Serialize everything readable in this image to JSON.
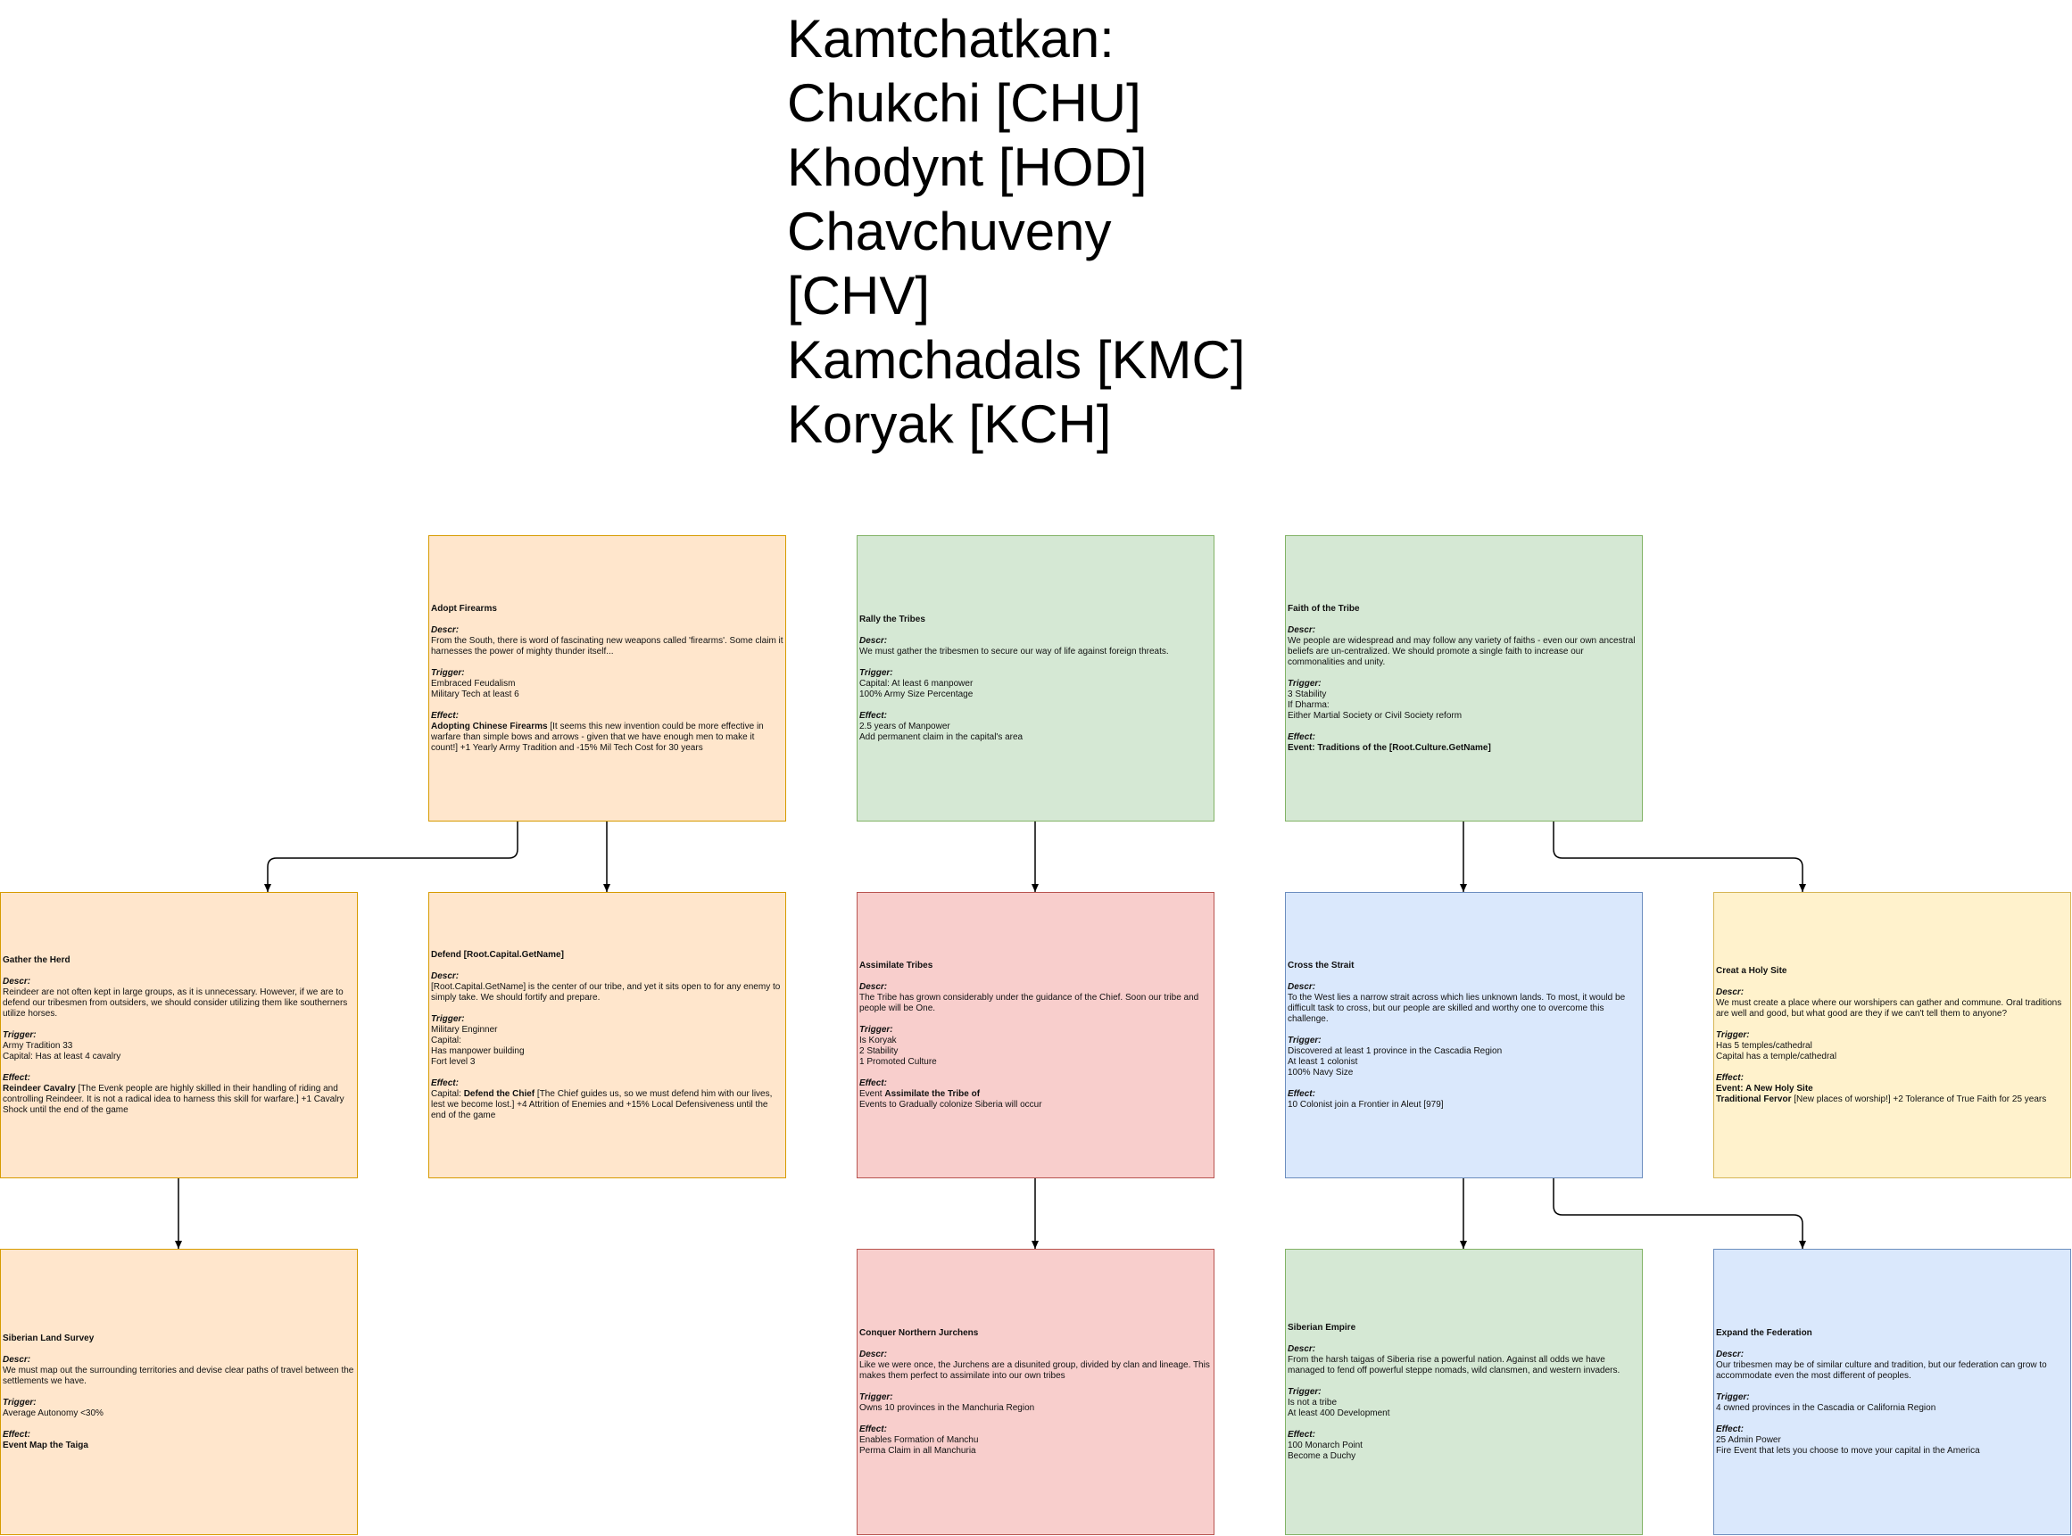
{
  "title_lines": [
    "Kamtchatkan:",
    "Chukchi [CHU]",
    "Khodynt [HOD]",
    "Chavchuveny",
    "[CHV]",
    "Kamchadals [KMC]",
    "Koryak [KCH]"
  ],
  "labels": {
    "descr": "Descr:",
    "trigger": "Trigger:",
    "effect": "Effect:"
  },
  "missions": [
    {
      "id": "adopt-firearms",
      "title": "Adopt Firearms",
      "descr": [
        "From the South, there is word of fascinating new weapons called 'firearms'. Some claim it harnesses the power of mighty thunder itself..."
      ],
      "trigger": [
        "Embraced Feudalism",
        "Military Tech at least 6"
      ],
      "effect": [
        [
          "Adopting Chinese Firearms",
          " [It seems this new invention could be more effective in warfare than simple bows and arrows - given that we have enough men to make it count!] +1 Yearly Army Tradition and -15% Mil Tech Cost for 30 years"
        ]
      ]
    },
    {
      "id": "rally-the-tribes",
      "title": "Rally the Tribes",
      "descr": [
        "We must gather the tribesmen to secure our way of life against foreign threats."
      ],
      "trigger": [
        "Capital: At least 6 manpower",
        "100% Army Size Percentage"
      ],
      "effect": [
        "2.5 years of Manpower",
        "Add permanent claim in the capital's area"
      ]
    },
    {
      "id": "faith-of-the-tribe",
      "title": "Faith of the Tribe",
      "descr": [
        "We people are widespread and may follow any variety of faiths - even our own ancestral beliefs are un-centralized. We should promote a single faith to increase our commonalities and unity."
      ],
      "trigger": [
        "3 Stability",
        "If Dharma:",
        "Either Martial Society or Civil Society reform"
      ],
      "effect": [
        [
          "Event: Traditions of the [Root.Culture.GetName]",
          ""
        ]
      ]
    },
    {
      "id": "gather-the-herd",
      "title": "Gather the Herd",
      "descr": [
        "Reindeer are not often kept in large groups, as it is unnecessary. However, if we are to defend our tribesmen from outsiders, we should consider utilizing them like southerners utilize horses."
      ],
      "trigger": [
        "Army Tradition 33",
        "Capital: Has at least 4 cavalry"
      ],
      "effect": [
        [
          "Reindeer Cavalry",
          " [The Evenk people are highly skilled in their handling of riding and controlling Reindeer. It is not a radical idea to harness this skill for warfare.] +1 Cavalry Shock until the end of the game"
        ]
      ]
    },
    {
      "id": "defend-capital",
      "title": "Defend [Root.Capital.GetName]",
      "descr": [
        "[Root.Capital.GetName] is the center of our tribe, and yet it sits open to for any enemy to simply take. We should fortify and prepare."
      ],
      "trigger": [
        "Military Enginner",
        "Capital:",
        "Has manpower building",
        "Fort level 3"
      ],
      "effect": [
        [
          "Capital: ",
          "Defend the Chief",
          " [The Chief guides us, so we must defend him with our lives, lest we become lost.] +4 Attrition of Enemies and +15% Local Defensiveness until the end of the game"
        ]
      ]
    },
    {
      "id": "assimilate-tribes",
      "title": "Assimilate Tribes",
      "descr": [
        "The Tribe has grown considerably under the guidance of the Chief. Soon our tribe and people will be One."
      ],
      "trigger": [
        "Is Koryak",
        "2 Stability",
        "1 Promoted Culture"
      ],
      "effect": [
        [
          "Event ",
          "Assimilate the Tribe of",
          ""
        ],
        "Events to Gradually colonize Siberia will occur"
      ]
    },
    {
      "id": "cross-the-strait",
      "title": "Cross the Strait",
      "descr": [
        "To the West lies a narrow strait across which lies unknown lands. To most, it would be difficult task to cross, but our people are skilled and worthy one to overcome this challenge."
      ],
      "trigger": [
        "Discovered at least 1 province in the Cascadia Region",
        "At least 1 colonist",
        "100% Navy Size"
      ],
      "effect": [
        "10 Colonist join a Frontier in Aleut [979]"
      ]
    },
    {
      "id": "creat-a-holy-site",
      "title": "Creat a Holy Site",
      "descr": [
        "We must create a place where our worshipers can gather and commune. Oral traditions are well and good, but what good are they if we can't tell them to anyone?"
      ],
      "trigger": [
        "Has 5 temples/cathedral",
        "Capital has a temple/cathedral"
      ],
      "effect": [
        [
          "Event: A New Holy Site",
          ""
        ],
        [
          "Traditional Fervor",
          " [New places of worship!] +2 Tolerance of True Faith for 25 years"
        ]
      ]
    },
    {
      "id": "siberian-land-survey",
      "title": "Siberian Land Survey",
      "descr": [
        "We must map out the surrounding territories and devise clear paths of travel between the settlements we have."
      ],
      "trigger": [
        "Average Autonomy <30%"
      ],
      "effect": [
        [
          "Event Map the Taiga",
          ""
        ]
      ]
    },
    {
      "id": "conquer-northern-jurchens",
      "title": "Conquer Northern Jurchens",
      "descr": [
        "Like we were once, the Jurchens are a disunited group, divided by clan and lineage. This makes them perfect to assimilate into our own tribes"
      ],
      "trigger": [
        "Owns 10 provinces in the Manchuria Region"
      ],
      "effect": [
        "Enables Formation of Manchu",
        "Perma Claim in all Manchuria"
      ]
    },
    {
      "id": "siberian-empire",
      "title": "Siberian Empire",
      "descr": [
        "From the harsh taigas of Siberia rise a powerful nation. Against all odds we have managed to fend off powerful steppe nomads, wild clansmen, and western invaders."
      ],
      "trigger": [
        "Is not a tribe",
        "At least 400 Development"
      ],
      "effect": [
        "100 Monarch Point",
        "Become a Duchy"
      ]
    },
    {
      "id": "expand-the-federation",
      "title": "Expand the Federation",
      "descr": [
        "Our tribesmen may be of similar culture and tradition, but our federation can grow to accommodate even the most different of peoples."
      ],
      "trigger": [
        "4 owned provinces in the Cascadia or California Region"
      ],
      "effect": [
        "25 Admin Power",
        "Fire Event that lets you choose to move your capital in the America"
      ]
    }
  ],
  "colors": {
    "orange_fill": "#ffe6cc",
    "orange_stroke": "#d79b00",
    "green_fill": "#d5e8d4",
    "green_stroke": "#82b366",
    "red_fill": "#f8cecc",
    "red_stroke": "#b85450",
    "blue_fill": "#dae8fc",
    "blue_stroke": "#6c8ebf",
    "yellow_fill": "#fff2cc",
    "yellow_stroke": "#d6b656",
    "edge": "#000000"
  }
}
